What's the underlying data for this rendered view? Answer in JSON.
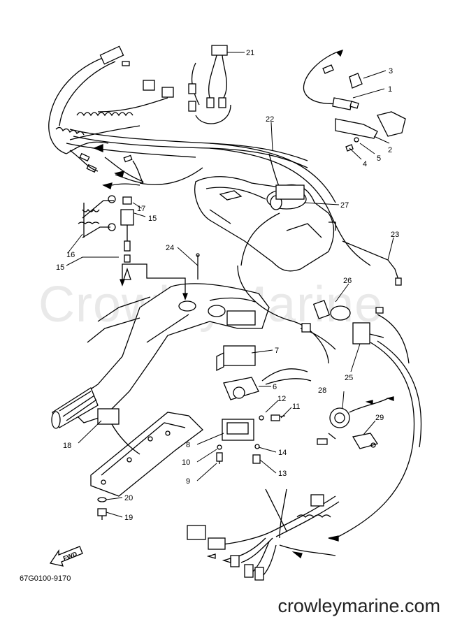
{
  "diagram": {
    "watermark": "CrowleyMarine",
    "part_code": "67G0100-9170",
    "website": "crowleymarine.com",
    "fwd_label": "FWD",
    "callouts": {
      "c1": "1",
      "c2": "2",
      "c3": "3",
      "c4": "4",
      "c5": "5",
      "c6": "6",
      "c7": "7",
      "c8": "8",
      "c9": "9",
      "c10": "10",
      "c11": "11",
      "c12": "12",
      "c13": "13",
      "c14": "14",
      "c15a": "15",
      "c15b": "15",
      "c16": "16",
      "c17": "17",
      "c18": "18",
      "c19": "19",
      "c20": "20",
      "c21": "21",
      "c22": "22",
      "c23": "23",
      "c24": "24",
      "c25": "25",
      "c26": "26",
      "c27": "27",
      "c28": "28",
      "c29": "29"
    }
  }
}
